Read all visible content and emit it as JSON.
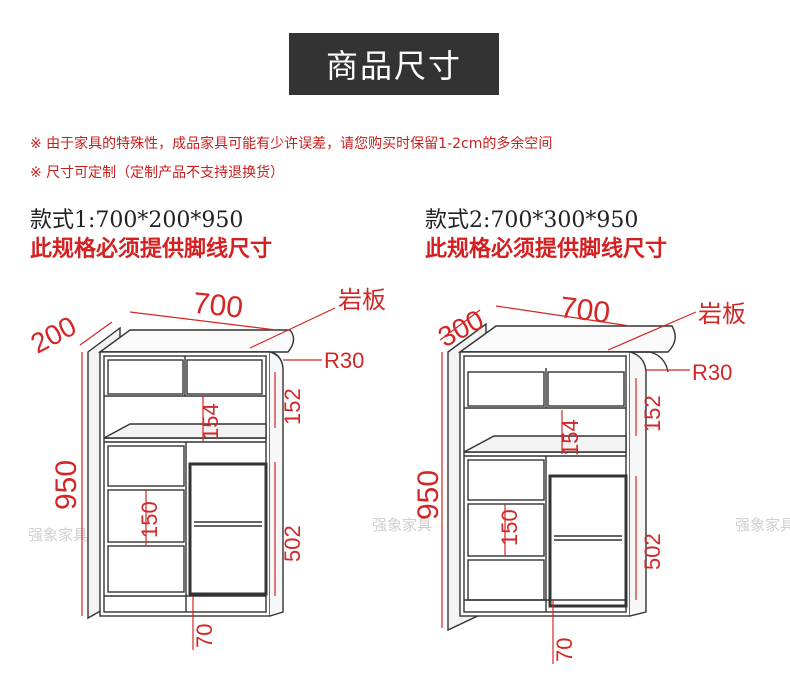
{
  "title": "商品尺寸",
  "notes": [
    "※ 由于家具的特殊性，成品家具可能有少许误差，请您购买时保留1-2cm的多余空间",
    "※ 尺寸可定制（定制产品不支持退换货）"
  ],
  "models": [
    {
      "name": "款式1:700*200*950",
      "requirement": "此规格必须提供脚线尺寸",
      "dims": {
        "width": "700",
        "depth": "200",
        "height": "950",
        "top_label": "岩板",
        "radius": "R30",
        "upper_shelf": "152",
        "middle_shelf": "154",
        "drawer": "150",
        "lower_section": "502",
        "plinth": "70"
      }
    },
    {
      "name": "款式2:700*300*950",
      "requirement": "此规格必须提供脚线尺寸",
      "dims": {
        "width": "700",
        "depth": "300",
        "height": "950",
        "top_label": "岩板",
        "radius": "R30",
        "upper_shelf": "152",
        "middle_shelf": "154",
        "drawer": "150",
        "lower_section": "502",
        "plinth": "70"
      }
    }
  ],
  "watermark": "强象家具",
  "colors": {
    "dimension": "#d42626",
    "title_bg": "#333333",
    "note": "#c81e1e"
  }
}
